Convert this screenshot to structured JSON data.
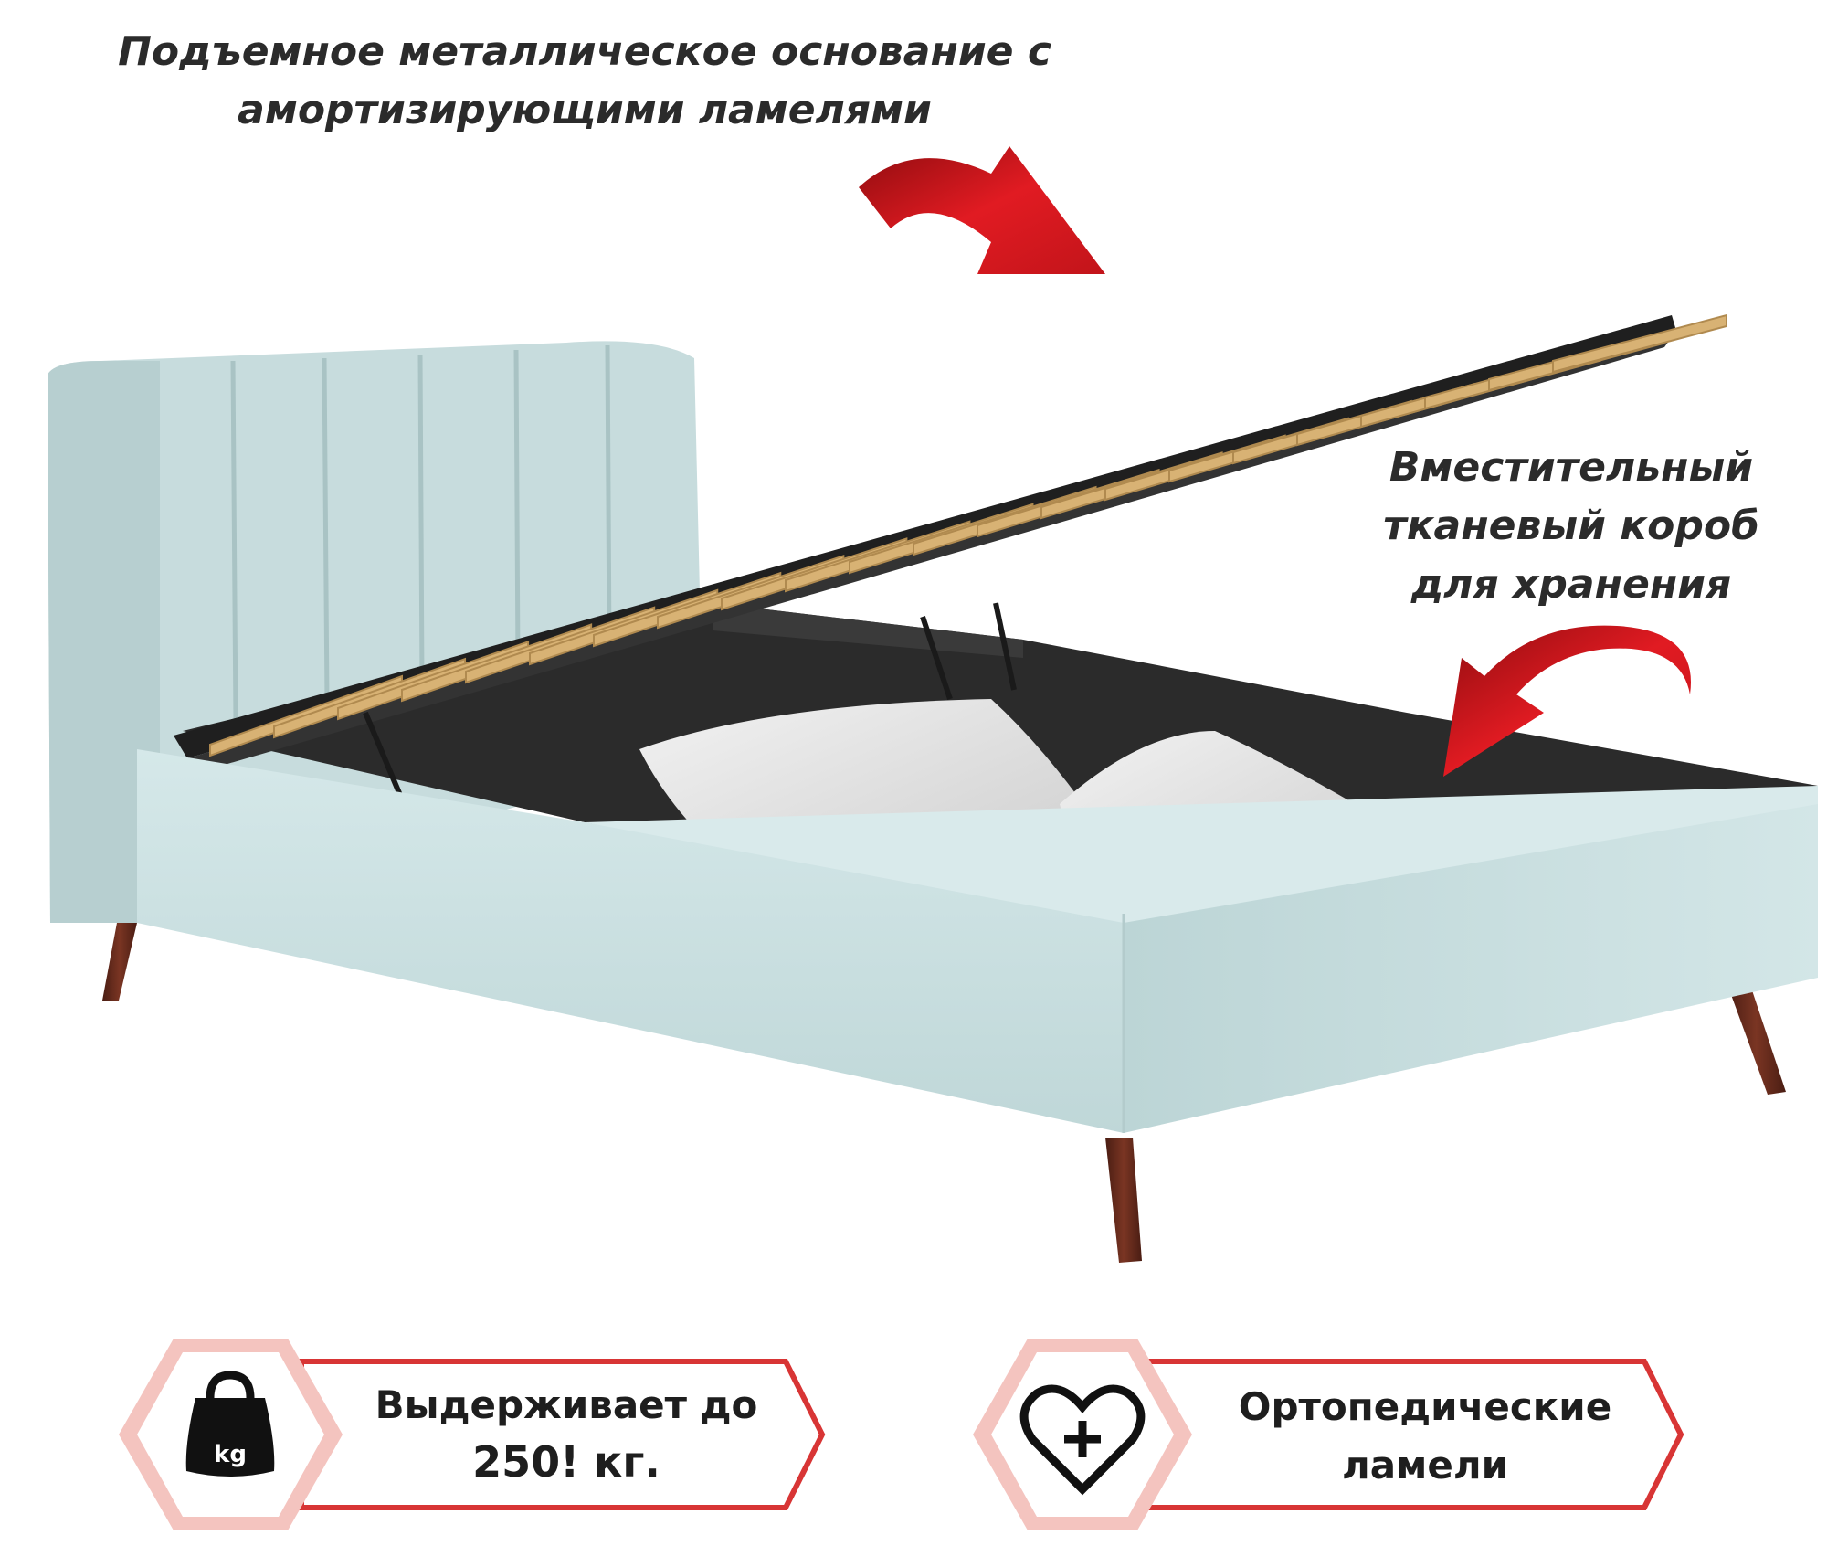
{
  "captions": {
    "top": [
      "Подъемное металлическое основание с",
      "амортизирующими ламелями"
    ],
    "right": [
      "Вместительный",
      "тканевый короб",
      "для хранения"
    ]
  },
  "badges": {
    "weight": {
      "lines": [
        "Выдерживает до",
        "250! кг."
      ],
      "icon": "weight-kg-icon",
      "icon_text": "kg"
    },
    "orthopedic": {
      "lines": [
        "Ортопедические",
        "ламели"
      ],
      "icon": "heart-plus-icon"
    }
  },
  "colors": {
    "fabric": "#c9dfe0",
    "frame": "#262626",
    "slats": "#d8b274",
    "legs": "#6a2c1e",
    "arrow": "#d4161b",
    "badge_border": "#d83535",
    "badge_pink": "#f1b7b2"
  }
}
